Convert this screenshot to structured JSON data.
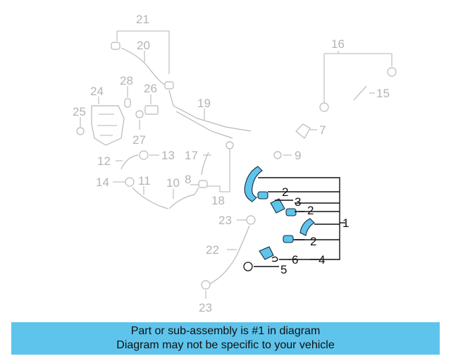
{
  "labels": {
    "n1": "1",
    "n2a": "2",
    "n2b": "2",
    "n2c": "2",
    "n3": "3",
    "n4": "4",
    "n5": "5",
    "n6": "6",
    "n7": "7",
    "n8": "8",
    "n9": "9",
    "n10": "10",
    "n11": "11",
    "n12": "12",
    "n13": "13",
    "n14": "14",
    "n15": "15",
    "n16": "16",
    "n17": "17",
    "n18": "18",
    "n19": "19",
    "n20": "20",
    "n21": "21",
    "n22": "22",
    "n23a": "23",
    "n23b": "23",
    "n24": "24",
    "n25": "25",
    "n26": "26",
    "n27": "27",
    "n28": "28"
  },
  "footer": {
    "line1": "Part or sub-assembly is #1 in diagram",
    "line2": "Diagram may not be specific to your vehicle"
  },
  "colors": {
    "highlight": "#5ec4ec",
    "faded": "#b4b4b4",
    "active": "#111111"
  }
}
